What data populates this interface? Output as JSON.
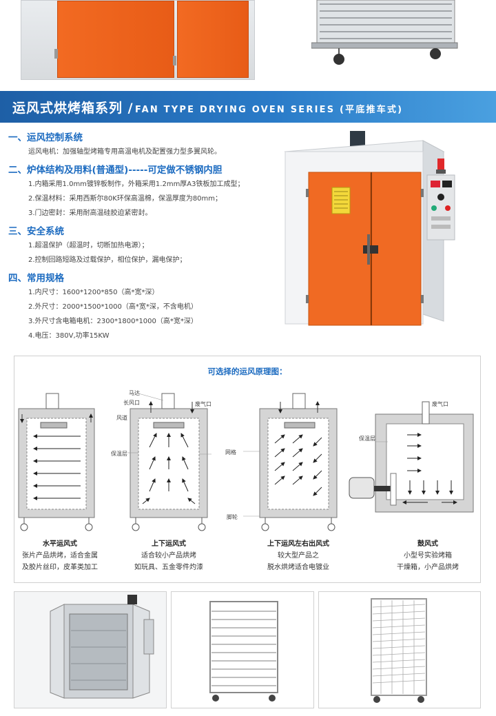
{
  "header": {
    "title_cn": "运风式烘烤箱系列 /",
    "title_en": "FAN TYPE DRYING OVEN SERIES (平底推车式)"
  },
  "sections": [
    {
      "heading": "一、运风控制系统",
      "lines": [
        "运风电机：加强轴型烤箱专用高温电机及配置强力型多翼风轮。"
      ]
    },
    {
      "heading": "二、炉体结构及用料(普通型)-----可定做不锈钢内胆",
      "lines": [
        "1.内箱采用1.0mm镀锌板制作，外箱采用1.2mm厚A3铁板加工成型；",
        "2.保温材料：采用西斯尔80K环保高温棉，保温厚度为80mm；",
        "3.门边密封：采用耐高温硅胶迫紧密封。"
      ]
    },
    {
      "heading": "三、安全系统",
      "lines": [
        "1.超温保护（超温时，切断加热电源）；",
        "2.控制回路短路及过载保护，相位保护，漏电保护；"
      ]
    },
    {
      "heading": "四、常用规格",
      "lines": [
        "1.内尺寸：1600*1200*850（高*宽*深）",
        "2.外尺寸：2000*1500*1000（高*宽*深，不含电机）",
        "3.外尺寸含电箱电机：2300*1800*1000（高*宽*深）",
        "4.电压：380V,功率15KW"
      ]
    }
  ],
  "diagram": {
    "title": "可选择的运风原理图：",
    "labels": {
      "motor": "马达",
      "inlet": "长风口",
      "exhaust": "废气口",
      "duct": "风道",
      "insulation": "保温层",
      "mesh": "网格",
      "wheel": "脚轮",
      "exhaust2": "废气口",
      "insulation2": "保温层"
    },
    "types": [
      {
        "title": "水平运风式",
        "desc1": "张片产品烘烤，适合金属",
        "desc2": "及胶片丝印，皮革类加工"
      },
      {
        "title": "上下运风式",
        "desc1": "适合较小产品烘烤",
        "desc2": "如玩具、五金零件灼漆"
      },
      {
        "title": "上下运风左右出风式",
        "desc1": "较大型产品之",
        "desc2": "脱水烘烤适合电镀业"
      },
      {
        "title": "鼓风式",
        "desc1": "小型号实验烤箱",
        "desc2": "干燥箱，小产品烘烤"
      }
    ]
  },
  "colors": {
    "brand_blue": "#1c6bc0",
    "oven_orange": "#f06a23",
    "title_bar": "#2a7bc8"
  },
  "icons": [
    "oven-photo",
    "cart-photo",
    "warning-lamp-icon",
    "control-panel-icon"
  ]
}
